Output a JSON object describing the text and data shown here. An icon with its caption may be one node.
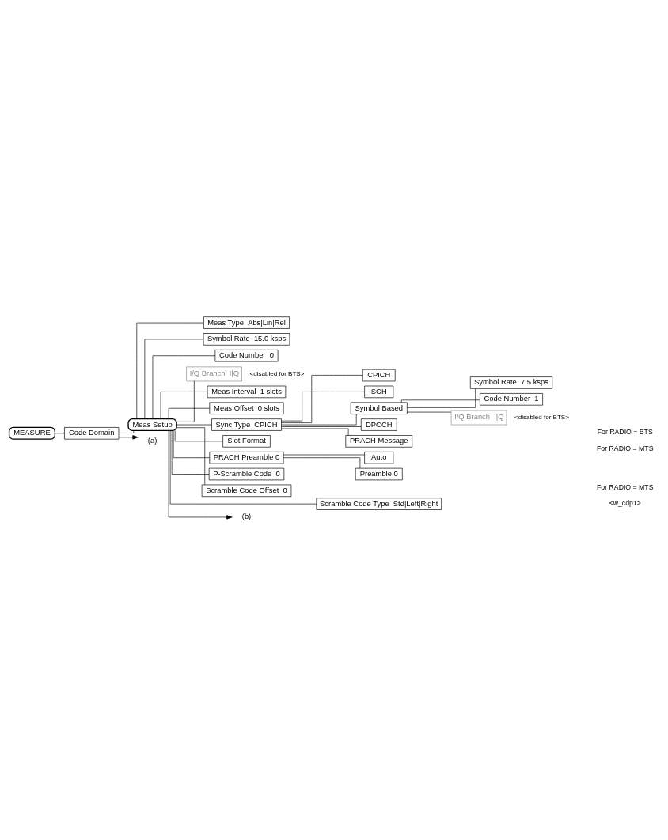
{
  "diagram": {
    "nodes": [
      {
        "text": [
          "MEASURE"
        ]
      },
      {
        "text": [
          "Code Domain"
        ]
      },
      {
        "text": [
          "Meas Setup"
        ]
      },
      {
        "text": [
          "Meas Type  Abs|Lin|Rel"
        ]
      },
      {
        "text": [
          "Symbol Rate  15.0 ksps"
        ]
      },
      {
        "text": [
          "Code Number  0"
        ]
      },
      {
        "text": [
          "I/Q Branch  I|Q"
        ],
        "beside": [
          "<disabled for BTS>"
        ]
      },
      {
        "text": [
          "Meas Interval  1 slots"
        ]
      },
      {
        "text": [
          "Meas Offset  0 slots"
        ]
      },
      {
        "text": [
          "Sync Type  CPICH"
        ]
      },
      {
        "text": [
          "CPICH"
        ]
      },
      {
        "text": [
          "SCH"
        ]
      },
      {
        "text": [
          "Symbol Based"
        ]
      },
      {
        "text": [
          "Symbol Rate  7.5 ksps"
        ]
      },
      {
        "text": [
          "Code Number  1"
        ]
      },
      {
        "text": [
          "I/Q Branch  I|Q"
        ],
        "beside": [
          "<disabled for BTS>"
        ]
      },
      {
        "text": [
          "DPCCH"
        ]
      },
      {
        "text": [
          "PRACH Message"
        ]
      },
      {
        "text": [
          "Slot Format"
        ]
      },
      {
        "text": [
          "PRACH Preamble 0"
        ]
      },
      {
        "text": [
          "Auto"
        ]
      },
      {
        "text": [
          "Preamble 0"
        ]
      },
      {
        "text": [
          "P-Scramble Code  0"
        ]
      },
      {
        "text": [
          "Scramble Code Offset  0"
        ]
      },
      {
        "text": [
          "Scramble Code Type  Std|Left|Right"
        ]
      },
      {
        "text": [
          "(a)"
        ]
      },
      {
        "text": [
          "(b)"
        ]
      }
    ],
    "edges": [
      {
        "from": 0,
        "to": 1,
        "arrow": "none"
      },
      {
        "from": 1,
        "to": 2,
        "arrow": "none"
      },
      {
        "from": 2,
        "to": 3,
        "arrow": "none"
      },
      {
        "from": 2,
        "to": 4,
        "arrow": "none"
      },
      {
        "from": 2,
        "to": 5,
        "arrow": "none"
      },
      {
        "from": 2,
        "to": 6,
        "arrow": "none"
      },
      {
        "from": 2,
        "to": 7,
        "arrow": "none"
      },
      {
        "from": 2,
        "to": 8,
        "arrow": "none"
      },
      {
        "from": 2,
        "to": 9,
        "arrow": "none"
      },
      {
        "from": 9,
        "to": 10,
        "arrow": "none"
      },
      {
        "from": 9,
        "to": 11,
        "arrow": "none"
      },
      {
        "from": 9,
        "to": 12,
        "arrow": "none"
      },
      {
        "from": 12,
        "to": 13,
        "arrow": "none"
      },
      {
        "from": 12,
        "to": 14,
        "arrow": "none"
      },
      {
        "from": 12,
        "to": 15,
        "arrow": "none"
      },
      {
        "from": 9,
        "to": 16,
        "arrow": "none"
      },
      {
        "from": 9,
        "to": 17,
        "arrow": "none"
      },
      {
        "from": 2,
        "to": 18,
        "arrow": "none"
      },
      {
        "from": 2,
        "to": 19,
        "arrow": "none"
      },
      {
        "from": 19,
        "to": 20,
        "arrow": "none"
      },
      {
        "from": 19,
        "to": 21,
        "arrow": "none"
      },
      {
        "from": 2,
        "to": 22,
        "arrow": "none"
      },
      {
        "from": 2,
        "to": 23,
        "arrow": "none"
      },
      {
        "from": 2,
        "to": 24,
        "arrow": "none"
      },
      {
        "from": 1,
        "to": 25,
        "arrow": "to"
      },
      {
        "from": 2,
        "to": 26,
        "arrow": "to"
      }
    ],
    "labels": [
      "For RADIO = BTS",
      "For RADIO = MTS",
      "For RADIO = MTS",
      "<w_cdp1>"
    ]
  }
}
